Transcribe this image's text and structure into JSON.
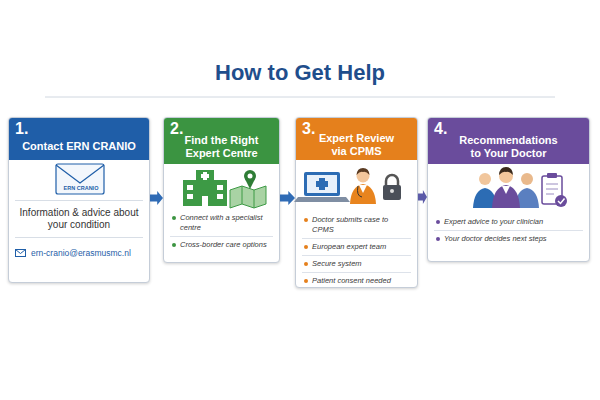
{
  "diagram": {
    "title": "How to Get Help",
    "nodes": [
      {
        "text": [
          "1.",
          "Contact ERN CRANIO",
          "ERN CRANIO",
          "Information & advice about your condition",
          "ern-cranio@erasmusmc.nl"
        ]
      },
      {
        "text": [
          "2.",
          "Find the Right Expert Centre",
          "Connect with a specialist centre",
          "Cross-border care options"
        ]
      },
      {
        "text": [
          "3.",
          "Expert Review via CPMS",
          "Doctor submits case to CPMS",
          "European expert team",
          "Secure system",
          "Patient consent needed"
        ]
      },
      {
        "text": [
          "4.",
          "Recommendations to Your Doctor",
          "Expert advice to your clinician",
          "Your doctor decides next steps"
        ]
      }
    ],
    "edges": [
      {
        "from": 0,
        "to": 1,
        "arrow": "to"
      },
      {
        "from": 1,
        "to": 2,
        "arrow": "to"
      },
      {
        "from": 2,
        "to": 3,
        "arrow": "to"
      }
    ]
  }
}
